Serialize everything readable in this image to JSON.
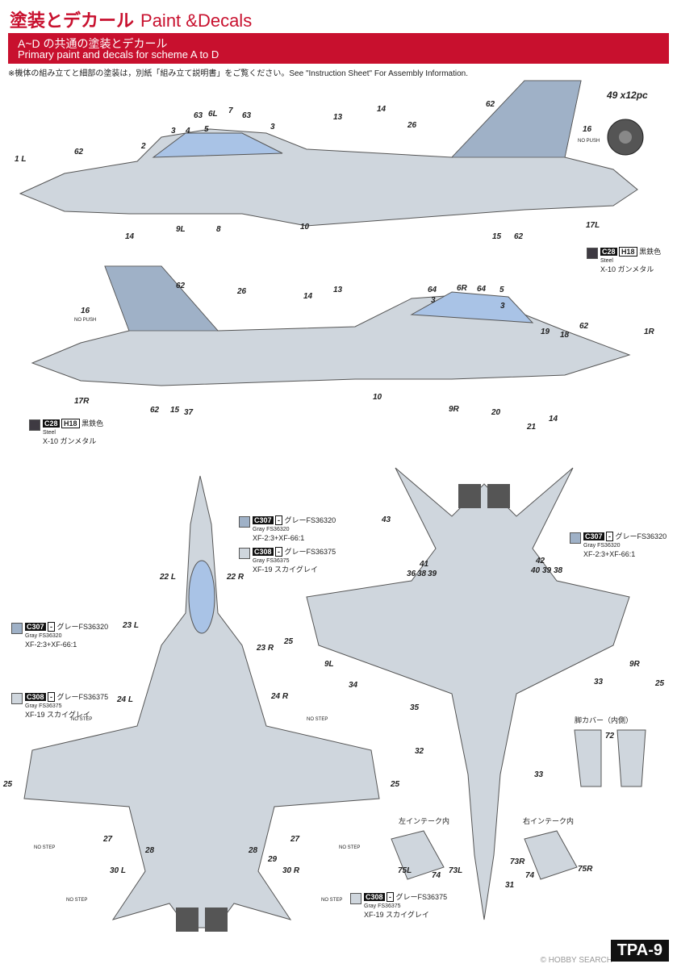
{
  "header": {
    "title_jp": "塗装とデカール",
    "title_en": "Paint &Decals",
    "banner_jp": "A~D の共通の塗装とデカール",
    "banner_en": "Primary paint and decals for scheme A to D",
    "note": "※機体の組み立てと細部の塗装は，別紙「組み立て説明書」をご覧ください。See \"Instruction Sheet\" For Assembly Information."
  },
  "decal_set": {
    "label": "49 x12pc"
  },
  "paints": [
    {
      "id": "c28a",
      "code": "C28",
      "code2": "H18",
      "name_jp": "黒鉄色",
      "name_en": "Steel",
      "sub": "X-10 ガンメタル",
      "color": "#3e3a42"
    },
    {
      "id": "c28b",
      "code": "C28",
      "code2": "H18",
      "name_jp": "黒鉄色",
      "name_en": "Steel",
      "sub": "X-10 ガンメタル",
      "color": "#3e3a42"
    },
    {
      "id": "c307a",
      "code": "C307",
      "code2": "-",
      "name_jp": "グレーFS36320",
      "name_en": "Gray FS36320",
      "sub": "XF-2:3+XF-66:1",
      "color": "#9fb1c7"
    },
    {
      "id": "c308a",
      "code": "C308",
      "code2": "-",
      "name_jp": "グレーFS36375",
      "name_en": "Gray FS36375",
      "sub": "XF-19 スカイグレイ",
      "color": "#cfd6dd"
    },
    {
      "id": "c307b",
      "code": "C307",
      "code2": "-",
      "name_jp": "グレーFS36320",
      "name_en": "Gray FS36320",
      "sub": "XF-2:3+XF-66:1",
      "color": "#9fb1c7"
    },
    {
      "id": "c308b",
      "code": "C308",
      "code2": "-",
      "name_jp": "グレーFS36375",
      "name_en": "Gray FS36375",
      "sub": "XF-19 スカイグレイ",
      "color": "#cfd6dd"
    },
    {
      "id": "c307c",
      "code": "C307",
      "code2": "-",
      "name_jp": "グレーFS36320",
      "name_en": "Gray FS36320",
      "sub": "XF-2:3+XF-66:1",
      "color": "#9fb1c7"
    },
    {
      "id": "c308c",
      "code": "C308",
      "code2": "-",
      "name_jp": "グレーFS36375",
      "name_en": "Gray FS36375",
      "sub": "XF-19 スカイグレイ",
      "color": "#cfd6dd"
    }
  ],
  "labels": {
    "no_push": "NO PUSH",
    "no_step": "NO STEP",
    "gear_cover": "脚カバー（内側）",
    "left_intake": "左インテーク内",
    "right_intake": "右インテーク内"
  },
  "callouts": {
    "top_side": [
      "1 L",
      "2",
      "3",
      "4",
      "5",
      "63",
      "6L",
      "7",
      "63",
      "3",
      "13",
      "14",
      "26",
      "62",
      "16",
      "62",
      "9L",
      "8",
      "10",
      "15",
      "62",
      "17L",
      "14"
    ],
    "bottom_side": [
      "62",
      "16",
      "26",
      "14",
      "13",
      "64",
      "6R",
      "64",
      "5",
      "3",
      "3",
      "19",
      "18",
      "62",
      "1R",
      "17R",
      "62",
      "15",
      "37",
      "10",
      "9R",
      "20",
      "21",
      "14"
    ],
    "top_view": [
      "22 L",
      "22 R",
      "23 L",
      "23 R",
      "24 L",
      "24 R",
      "25",
      "25",
      "27",
      "27",
      "28",
      "28",
      "29",
      "30 L",
      "30 R"
    ],
    "bottom_view": [
      "43",
      "42",
      "41",
      "36",
      "38",
      "39",
      "40",
      "39",
      "38",
      "25",
      "9L",
      "9R",
      "25",
      "34",
      "33",
      "35",
      "32",
      "33",
      "31"
    ],
    "detail": [
      "72",
      "75L",
      "74",
      "73L",
      "73R",
      "74",
      "75R"
    ]
  },
  "colors": {
    "brand_red": "#c8102e",
    "light_gray": "#cfd6dd",
    "blue_gray": "#9fb1c7",
    "steel": "#3e3a42"
  },
  "footer": {
    "page_id": "TPA-9",
    "watermark": "© HOBBY SEARCH"
  }
}
